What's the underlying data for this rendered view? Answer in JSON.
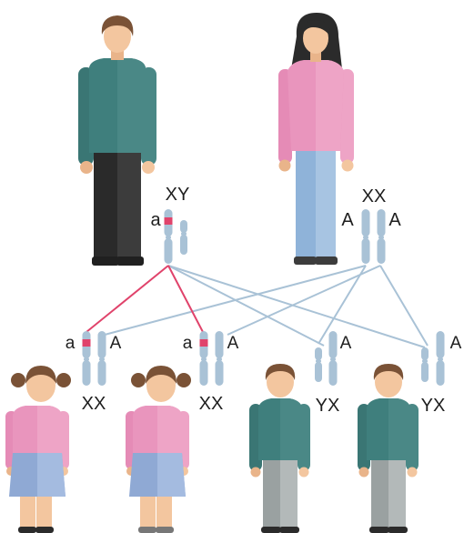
{
  "colors": {
    "chromosome": "#a9c2d6",
    "chromosome_edge": "#8fb0c8",
    "mutant_band": "#e0436b",
    "mutant_line": "#e0436b",
    "normal_line": "#a9c2d6",
    "teal_shirt": "#3f7f7d",
    "pink_shirt": "#e995bd",
    "hair": "#7a5236",
    "skin": "#f3c69f"
  },
  "father": {
    "sex_chromosomes": "XY",
    "allele": "a"
  },
  "mother": {
    "sex_chromosomes": "XX",
    "allele_left": "A",
    "allele_right": "A"
  },
  "children": [
    {
      "sex": "daughter",
      "genotype": "XX",
      "allele_left": "a",
      "allele_right": "A",
      "carrier": true
    },
    {
      "sex": "daughter",
      "genotype": "XX",
      "allele_left": "a",
      "allele_right": "A",
      "carrier": true
    },
    {
      "sex": "son",
      "genotype": "YX",
      "allele_right": "A",
      "carrier": false
    },
    {
      "sex": "son",
      "genotype": "YX",
      "allele_right": "A",
      "carrier": false
    }
  ]
}
